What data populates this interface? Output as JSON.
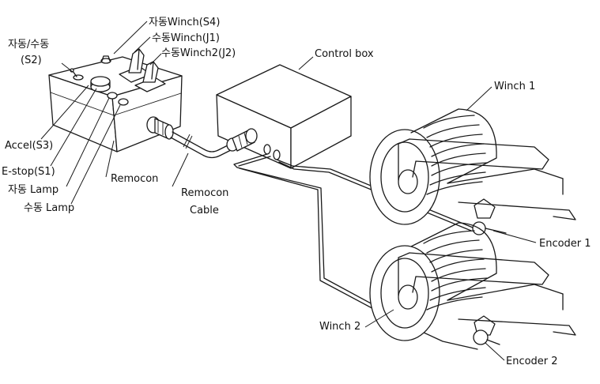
{
  "labels": {
    "auto_winch": "자동Winch(S4)",
    "manual_winch_j1": "수동Winch(J1)",
    "manual_winch2_j2": "수동Winch2(J2)",
    "auto_manual": "자동/수동",
    "s2": "(S2)",
    "control_box": "Control box",
    "winch1": "Winch 1",
    "accel": "Accel(S3)",
    "estop": "E-stop(S1)",
    "auto_lamp": "자동 Lamp",
    "manual_lamp": "수동 Lamp",
    "remocon": "Remocon",
    "remocon_cable_1": "Remocon",
    "remocon_cable_2": "Cable",
    "encoder1": "Encoder 1",
    "winch2": "Winch 2",
    "encoder2": "Encoder 2"
  }
}
